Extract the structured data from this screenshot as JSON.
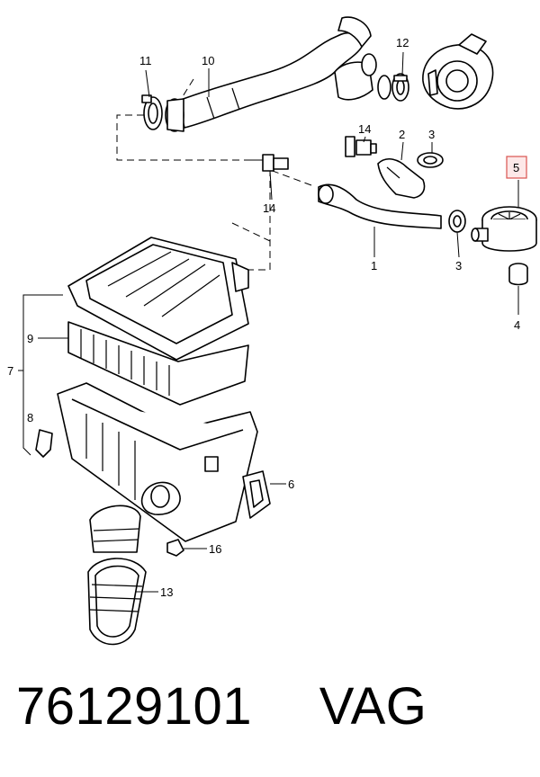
{
  "callouts": {
    "c1": "1",
    "c2": "2",
    "c3a": "3",
    "c3b": "3",
    "c4": "4",
    "c5": "5",
    "c6": "6",
    "c7": "7",
    "c8": "8",
    "c9": "9",
    "c10": "10",
    "c11": "11",
    "c12": "12",
    "c13": "13",
    "c14a": "14",
    "c14b": "14",
    "c16": "16"
  },
  "highlight_color": "#d9534f",
  "footer": {
    "part_number": "76129101",
    "brand": "VAG"
  }
}
